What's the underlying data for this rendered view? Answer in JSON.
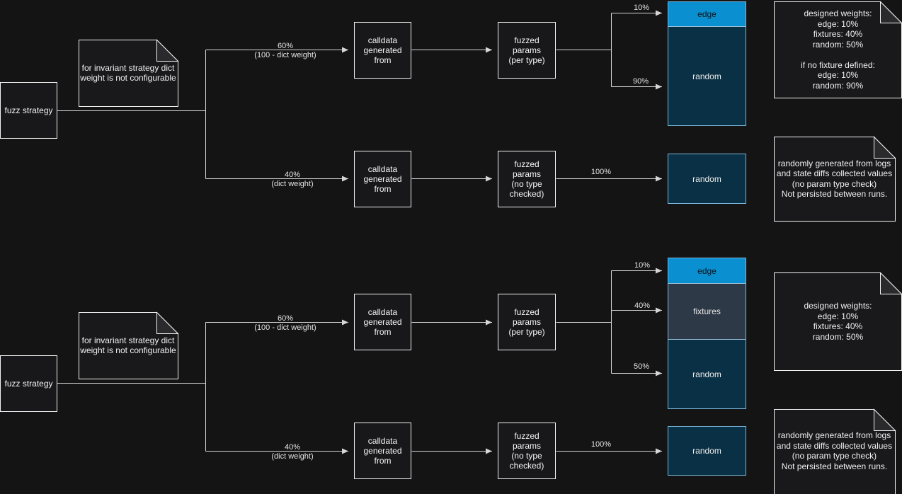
{
  "colors": {
    "background": "#141415",
    "node_border": "#f2f2f2",
    "edge_fill": "#0a8fd0",
    "fixtures_fill": "#2e3947",
    "random_fill": "#0a3045",
    "stack_border": "#7cb8dc",
    "wire": "#d6d6d6"
  },
  "diagrams": [
    {
      "source": "fuzz strategy",
      "config_note": "for invariant strategy dict\nweight is not configurable",
      "top_branch": {
        "weight_pct": "60%",
        "weight_note": "(100 - dict weight)",
        "calldata_node": "calldata\ngenerated\nfrom",
        "fuzzed_node": "fuzzed\nparams\n(per type)",
        "splits": [
          {
            "pct": "10%",
            "target": "edge"
          },
          {
            "pct": "90%",
            "target": "random"
          }
        ],
        "weights_note": "designed weights:\nedge: 10%\nfixtures: 40%\nrandom: 50%\n\nif no fixture defined:\nedge: 10%\nrandom: 90%"
      },
      "bottom_branch": {
        "weight_pct": "40%",
        "weight_note": "(dict weight)",
        "calldata_node": "calldata\ngenerated\nfrom",
        "fuzzed_node": "fuzzed\nparams\n(no type\nchecked)",
        "split_pct": "100%",
        "target": "random",
        "note": "randomly generated from logs\nand state diffs collected values\n(no param type check)\nNot persisted between runs."
      }
    },
    {
      "source": "fuzz strategy",
      "config_note": "for invariant strategy dict\nweight is not configurable",
      "top_branch": {
        "weight_pct": "60%",
        "weight_note": "(100 - dict weight)",
        "calldata_node": "calldata\ngenerated\nfrom",
        "fuzzed_node": "fuzzed\nparams\n(per type)",
        "splits": [
          {
            "pct": "10%",
            "target": "edge"
          },
          {
            "pct": "40%",
            "target": "fixtures"
          },
          {
            "pct": "50%",
            "target": "random"
          }
        ],
        "weights_note": "designed weights:\nedge: 10%\nfixtures: 40%\nrandom: 50%"
      },
      "bottom_branch": {
        "weight_pct": "40%",
        "weight_note": "(dict weight)",
        "calldata_node": "calldata\ngenerated\nfrom",
        "fuzzed_node": "fuzzed\nparams\n(no type\nchecked)",
        "split_pct": "100%",
        "target": "random",
        "note": "randomly generated from logs\nand state diffs collected values\n(no param type check)\nNot persisted between runs."
      }
    }
  ]
}
